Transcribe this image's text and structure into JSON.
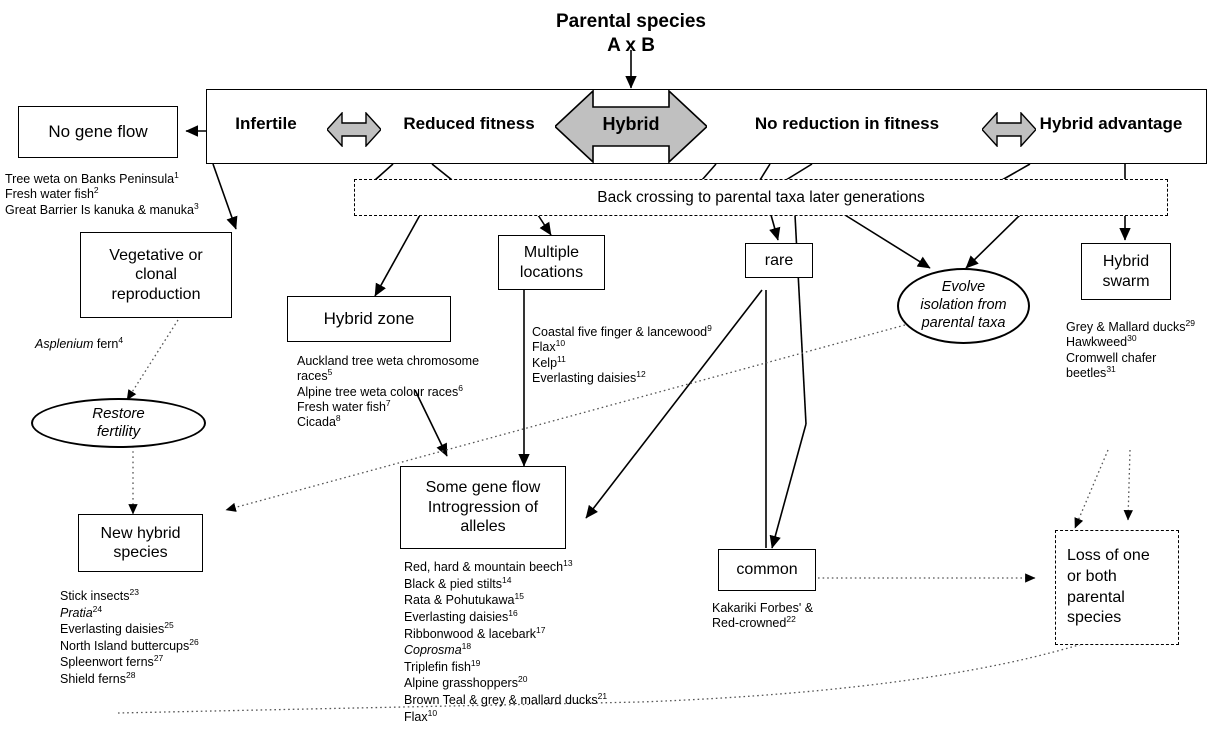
{
  "title": {
    "line1": "Parental species",
    "line2": "A x B"
  },
  "spectrum": {
    "labels": [
      {
        "id": "infertile",
        "text": "Infertile"
      },
      {
        "id": "reduced-fitness",
        "text": "Reduced fitness"
      },
      {
        "id": "hybrid",
        "text": "Hybrid"
      },
      {
        "id": "no-reduction-in-fitness",
        "text": "No reduction in fitness"
      },
      {
        "id": "hybrid-advantage",
        "text": "Hybrid advantage"
      }
    ],
    "arrow_fill": "#c0c0c0"
  },
  "nodes": {
    "no_gene_flow": "No gene flow",
    "back_crossing": "Back crossing to parental taxa later generations",
    "vegetative": "Vegetative or\nclonal\nreproduction",
    "hybrid_zone": "Hybrid zone",
    "multiple_locations": "Multiple\nlocations",
    "rare": "rare",
    "evolve_isolation": "Evolve\nisolation from\nparental taxa",
    "hybrid_swarm": "Hybrid\nswarm",
    "restore_fertility": "Restore\nfertility",
    "some_gene_flow": "Some gene flow\nIntrogression of\nalleles",
    "new_hybrid_species": "New hybrid\nspecies",
    "common": "common",
    "loss_of_parental": "Loss of one\nor both\nparental\nspecies"
  },
  "captions": {
    "no_gene_flow": [
      {
        "text": "Tree weta on Banks Peninsula",
        "sup": "1"
      },
      {
        "text": "Fresh water fish",
        "sup": "2"
      },
      {
        "text": "Great Barrier Is kanuka & manuka",
        "sup": "3"
      }
    ],
    "vegetative": [
      {
        "text": "Asplenium fern",
        "sup": "4",
        "italic_prefix": "Asplenium",
        "rest": " fern"
      }
    ],
    "hybrid_zone": [
      {
        "text": "Auckland tree weta chromosome",
        "sup": ""
      },
      {
        "text": "races",
        "sup": "5"
      },
      {
        "text": "Alpine tree weta colour races",
        "sup": "6"
      },
      {
        "text": "Fresh water fish",
        "sup": "7"
      },
      {
        "text": "Cicada",
        "sup": "8"
      }
    ],
    "multiple_locations": [
      {
        "text": "Coastal five finger & lancewood",
        "sup": "9"
      },
      {
        "text": "Flax",
        "sup": "10"
      },
      {
        "text": "Kelp",
        "sup": "11"
      },
      {
        "text": "Everlasting daisies",
        "sup": "12"
      }
    ],
    "hybrid_swarm": [
      {
        "text": "Grey & Mallard ducks",
        "sup": "29"
      },
      {
        "text": "Hawkweed",
        "sup": "30"
      },
      {
        "text": "Cromwell chafer",
        "sup": ""
      },
      {
        "text": "beetles",
        "sup": "31"
      }
    ],
    "new_hybrid_species": [
      {
        "text": "Stick insects",
        "sup": "23"
      },
      {
        "text": "Pratia",
        "sup": "24",
        "italic": true
      },
      {
        "text": "Everlasting daisies",
        "sup": "25"
      },
      {
        "text": "North Island buttercups",
        "sup": "26"
      },
      {
        "text": "Spleenwort ferns",
        "sup": "27"
      },
      {
        "text": "Shield ferns",
        "sup": "28"
      }
    ],
    "some_gene_flow": [
      {
        "text": "Red, hard & mountain beech",
        "sup": "13"
      },
      {
        "text": "Black & pied stilts",
        "sup": "14"
      },
      {
        "text": "Rata & Pohutukawa",
        "sup": "15"
      },
      {
        "text": "Everlasting daisies",
        "sup": "16"
      },
      {
        "text": "Ribbonwood & lacebark",
        "sup": "17"
      },
      {
        "text": "Coprosma",
        "sup": "18",
        "italic": true
      },
      {
        "text": "Triplefin fish",
        "sup": "19"
      },
      {
        "text": "Alpine grasshoppers",
        "sup": "20"
      },
      {
        "text": "Brown Teal & grey & mallard ducks",
        "sup": "21"
      },
      {
        "text": "Flax",
        "sup": "10"
      }
    ],
    "common": [
      {
        "text": "Kakariki Forbes' &",
        "sup": ""
      },
      {
        "text": "Red-crowned",
        "sup": "22"
      }
    ]
  }
}
